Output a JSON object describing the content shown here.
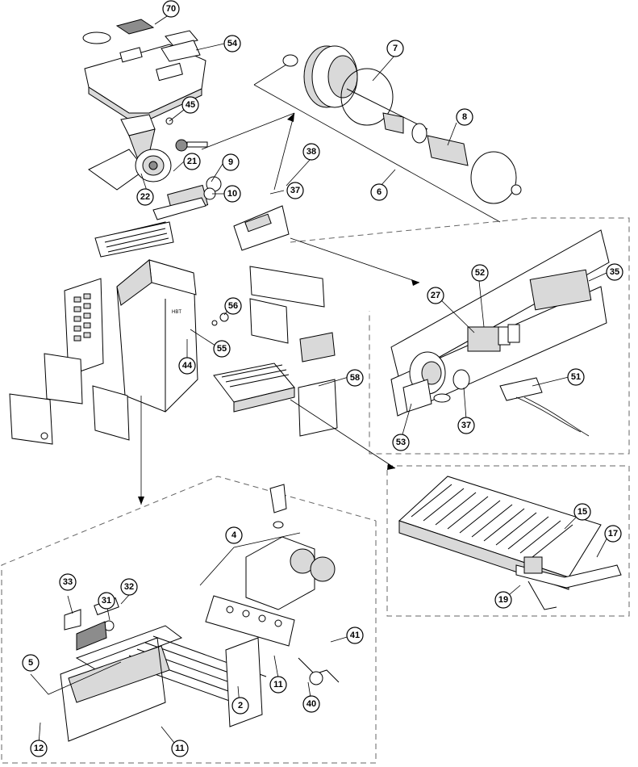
{
  "callouts": [
    {
      "id": "c70",
      "label": "70"
    },
    {
      "id": "c54",
      "label": "54"
    },
    {
      "id": "c7",
      "label": "7"
    },
    {
      "id": "c45",
      "label": "45"
    },
    {
      "id": "c8",
      "label": "8"
    },
    {
      "id": "c38",
      "label": "38"
    },
    {
      "id": "c21",
      "label": "21"
    },
    {
      "id": "c9",
      "label": "9"
    },
    {
      "id": "c22",
      "label": "22"
    },
    {
      "id": "c10",
      "label": "10"
    },
    {
      "id": "c37a",
      "label": "37"
    },
    {
      "id": "c6",
      "label": "6"
    },
    {
      "id": "c35",
      "label": "35"
    },
    {
      "id": "c52",
      "label": "52"
    },
    {
      "id": "c27",
      "label": "27"
    },
    {
      "id": "c56",
      "label": "56"
    },
    {
      "id": "c55",
      "label": "55"
    },
    {
      "id": "c44",
      "label": "44"
    },
    {
      "id": "c58",
      "label": "58"
    },
    {
      "id": "c51",
      "label": "51"
    },
    {
      "id": "c37b",
      "label": "37"
    },
    {
      "id": "c53",
      "label": "53"
    },
    {
      "id": "c15",
      "label": "15"
    },
    {
      "id": "c17",
      "label": "17"
    },
    {
      "id": "c19",
      "label": "19"
    },
    {
      "id": "c4",
      "label": "4"
    },
    {
      "id": "c33",
      "label": "33"
    },
    {
      "id": "c32",
      "label": "32"
    },
    {
      "id": "c31",
      "label": "31"
    },
    {
      "id": "c41",
      "label": "41"
    },
    {
      "id": "c5",
      "label": "5"
    },
    {
      "id": "c11a",
      "label": "11"
    },
    {
      "id": "c2",
      "label": "2"
    },
    {
      "id": "c40",
      "label": "40"
    },
    {
      "id": "c12",
      "label": "12"
    },
    {
      "id": "c11b",
      "label": "11"
    }
  ],
  "front_panel_text": "HBT"
}
